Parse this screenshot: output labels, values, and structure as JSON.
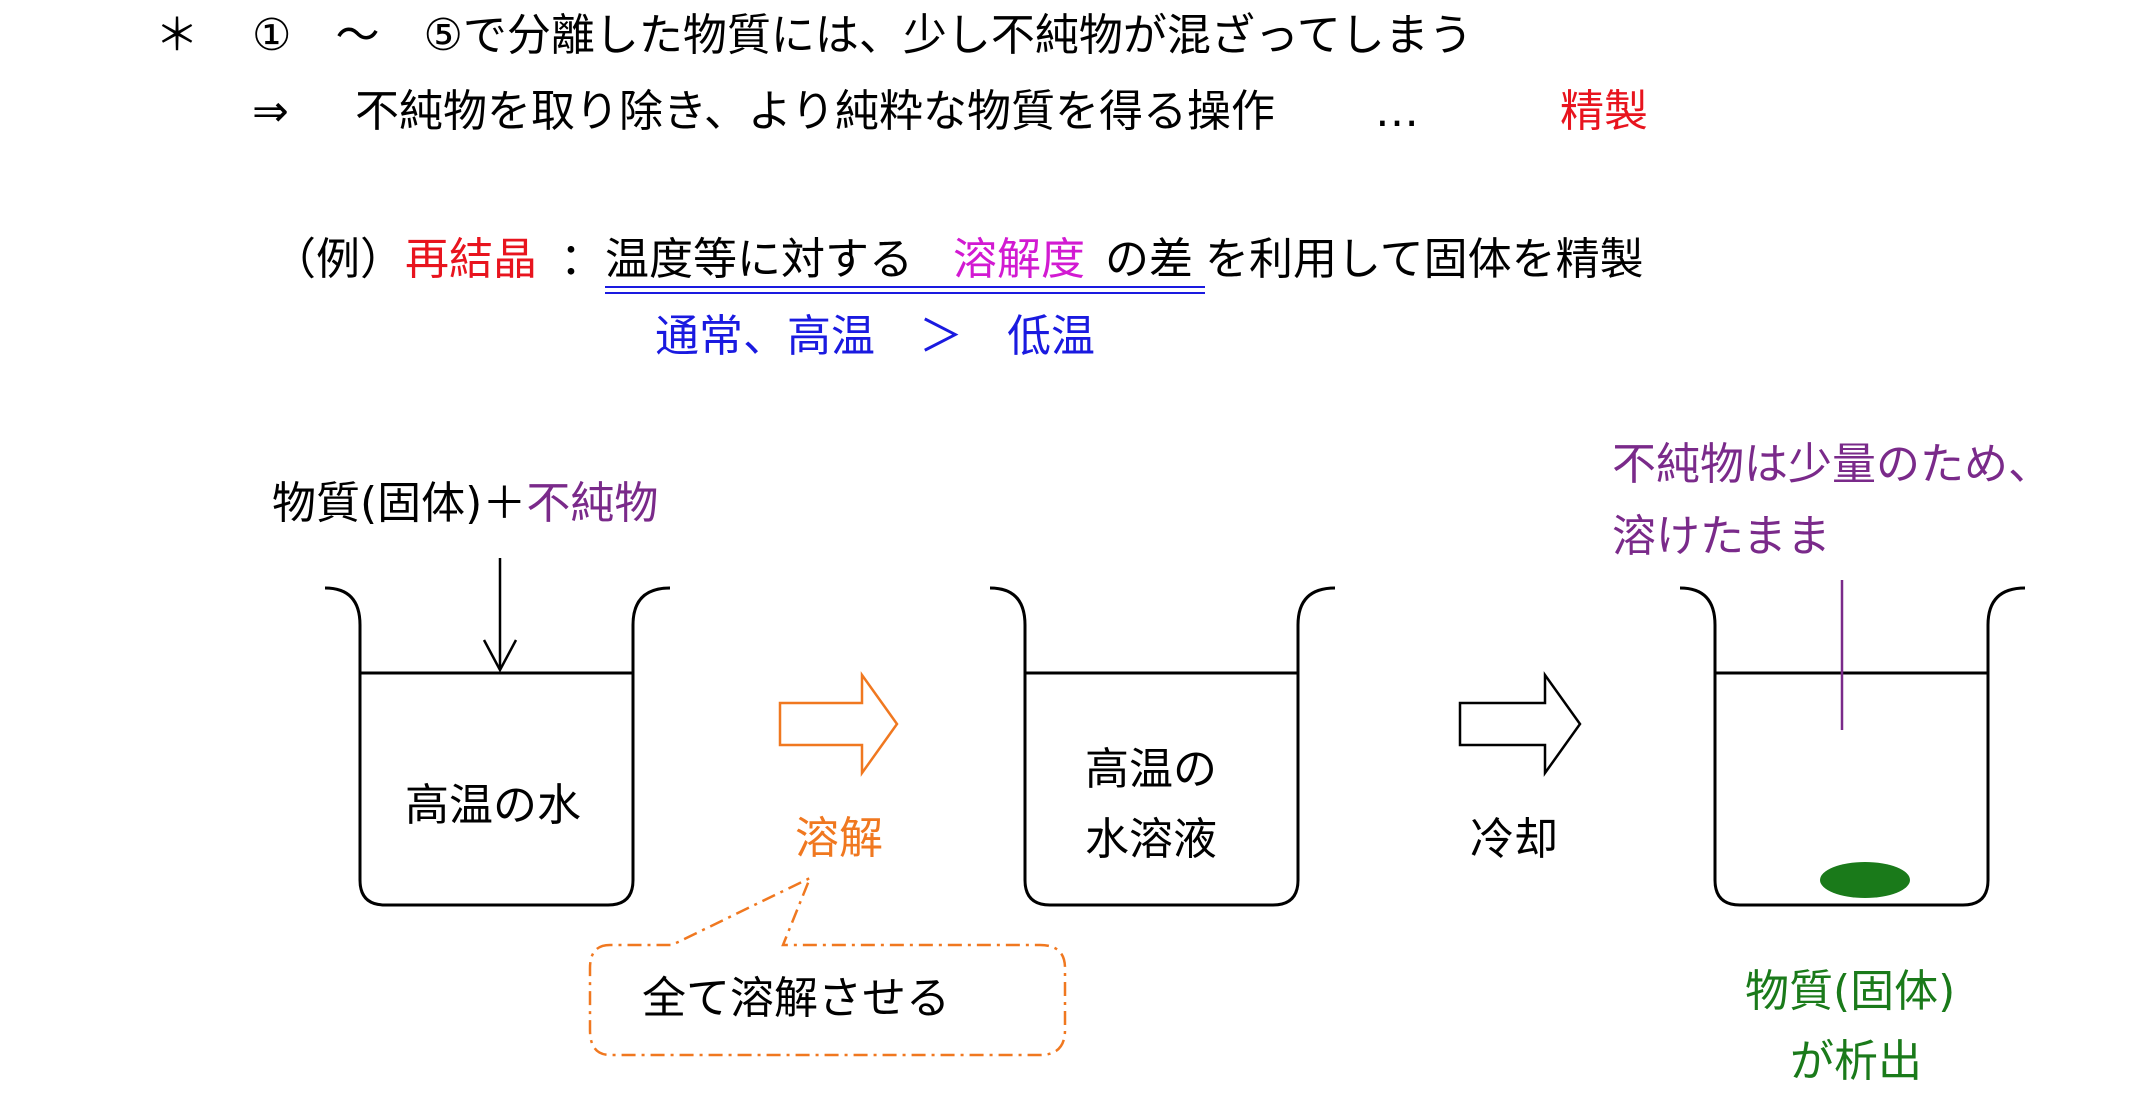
{
  "intro": {
    "bullet": "＊",
    "line1": "①　～　⑤で分離した物質には、少し不純物が混ざってしまう",
    "arrow": "⇒",
    "line2_text": "不純物を取り除き、より純粋な物質を得る操作",
    "ellipsis": "…",
    "term": "精製"
  },
  "example": {
    "prefix": "（例）",
    "term": "再結晶",
    "colon": "：",
    "def_part1": "温度等に対する",
    "def_highlight": "溶解度",
    "def_part2": "の差",
    "def_part3": "を利用して固体を精製",
    "comparison": "通常、高温　＞　低温"
  },
  "diagram": {
    "input_label_black": "物質(固体)＋",
    "input_label_purple": "不純物",
    "beaker1_label": "高温の水",
    "arrow1_label": "溶解",
    "callout": "全て溶解させる",
    "beaker2_label_line1": "高温の",
    "beaker2_label_line2": "水溶液",
    "arrow2_label": "冷却",
    "impurity_note_line1": "不純物は少量のため、",
    "impurity_note_line2": "溶けたまま",
    "result_line1": "物質(固体)",
    "result_line2": "が析出"
  },
  "colors": {
    "red": "#e8141e",
    "blue": "#1a1ae0",
    "magenta": "#d21ad2",
    "purple": "#7a2a8a",
    "orange": "#f07820",
    "green": "#1a7a1a"
  }
}
